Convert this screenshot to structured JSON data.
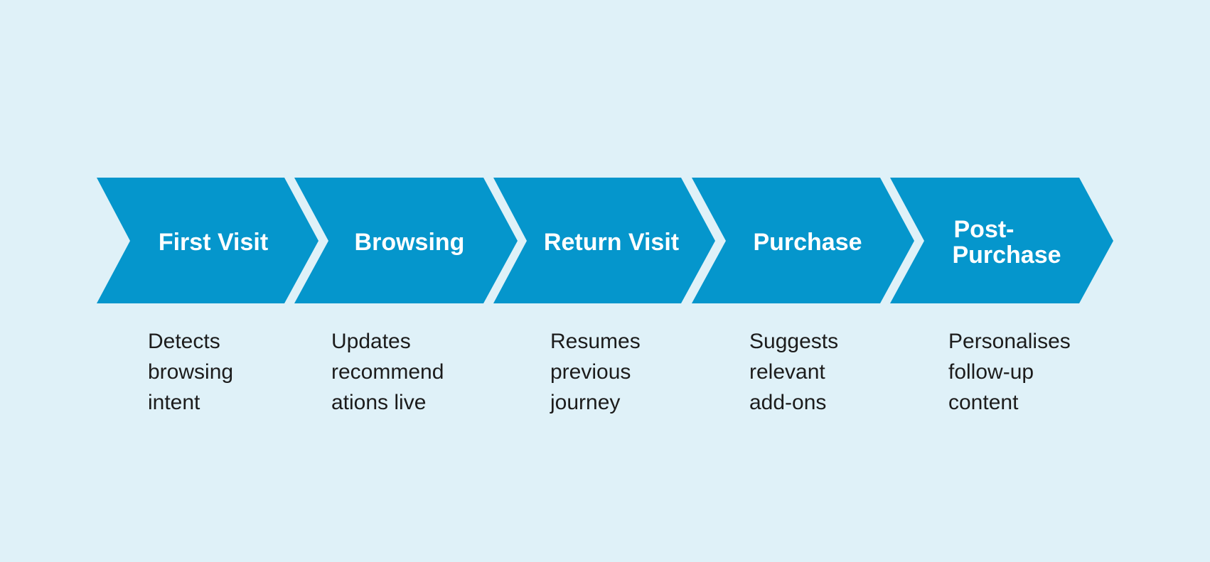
{
  "colors": {
    "background": "#dff1f8",
    "chevron_fill": "#0596cc",
    "chevron_text": "#ffffff",
    "description_text": "#1c1c1c"
  },
  "steps": [
    {
      "title_lines": [
        "First Visit"
      ],
      "description": "Detects\nbrowsing\nintent"
    },
    {
      "title_lines": [
        "Browsing"
      ],
      "description": "Updates\nrecommend\nations live"
    },
    {
      "title_lines": [
        "Return Visit"
      ],
      "description": "Resumes\nprevious\njourney"
    },
    {
      "title_lines": [
        "Purchase"
      ],
      "description": "Suggests\nrelevant\nadd-ons"
    },
    {
      "title_lines": [
        "Post-",
        "Purchase"
      ],
      "description": "Personalises\nfollow-up\ncontent"
    }
  ]
}
